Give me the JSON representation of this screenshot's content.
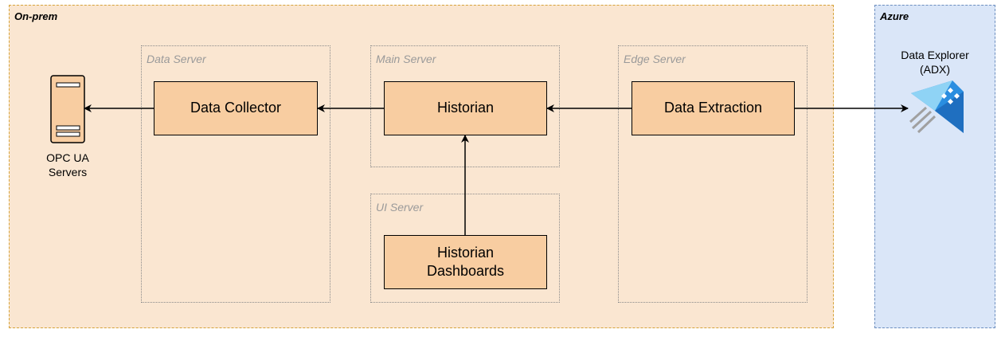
{
  "zones": {
    "onprem": {
      "title": "On-prem"
    },
    "azure": {
      "title": "Azure"
    }
  },
  "servers": {
    "data": "Data Server",
    "main": "Main Server",
    "edge": "Edge Server",
    "ui": "UI Server"
  },
  "nodes": {
    "collector": "Data Collector",
    "historian": "Historian",
    "extraction": "Data Extraction",
    "dashboards_line1": "Historian",
    "dashboards_line2": "Dashboards"
  },
  "opc": {
    "line1": "OPC UA",
    "line2": "Servers"
  },
  "adx": {
    "line1": "Data Explorer",
    "line2": "(ADX)"
  },
  "colors": {
    "onprem_fill": "#fae6d1",
    "onprem_border": "#d6a33a",
    "azure_fill": "#dae6f8",
    "azure_border": "#6c8ebf",
    "node_fill": "#f8cda1",
    "adx_blue": "#2a8ee0"
  },
  "icons": [
    "server-icon",
    "data-explorer-icon"
  ]
}
